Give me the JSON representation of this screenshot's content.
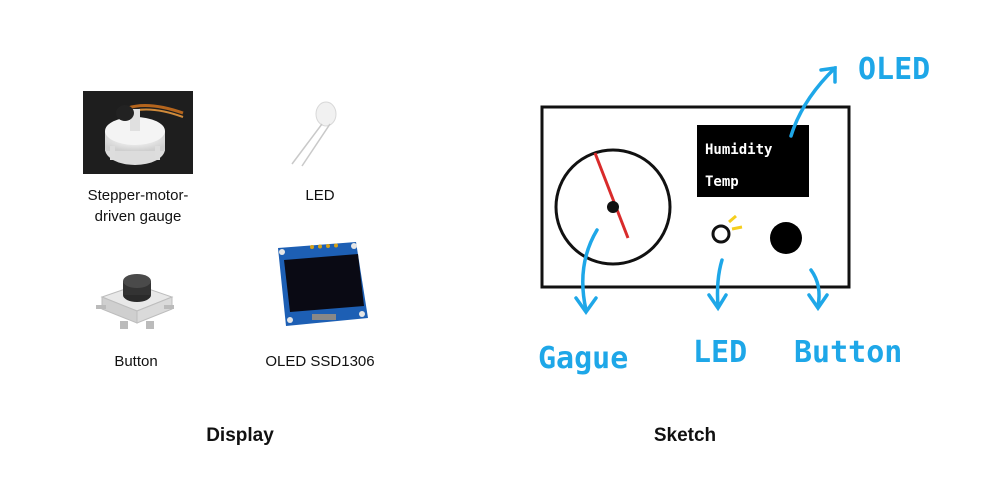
{
  "display": {
    "title": "Display",
    "components": [
      {
        "id": "gauge",
        "line1": "Stepper-motor-",
        "line2": "driven gauge",
        "icon": "stepper-motor-gauge-photo"
      },
      {
        "id": "led",
        "label": "LED",
        "icon": "led-photo"
      },
      {
        "id": "button",
        "label": "Button",
        "icon": "tactile-button-photo"
      },
      {
        "id": "oled",
        "label": "OLED SSD1306",
        "icon": "oled-module-photo"
      }
    ]
  },
  "sketch": {
    "title": "Sketch",
    "oled_screen_lines": [
      "Humidity",
      "Temp"
    ],
    "callouts": {
      "oled": "OLED",
      "gauge": "Gague",
      "led": "LED",
      "button": "Button"
    },
    "colors": {
      "annotation": "#1EA7E8",
      "needle": "#D92B2B",
      "led_glow": "#F5CE1E",
      "outline": "#111111"
    }
  }
}
